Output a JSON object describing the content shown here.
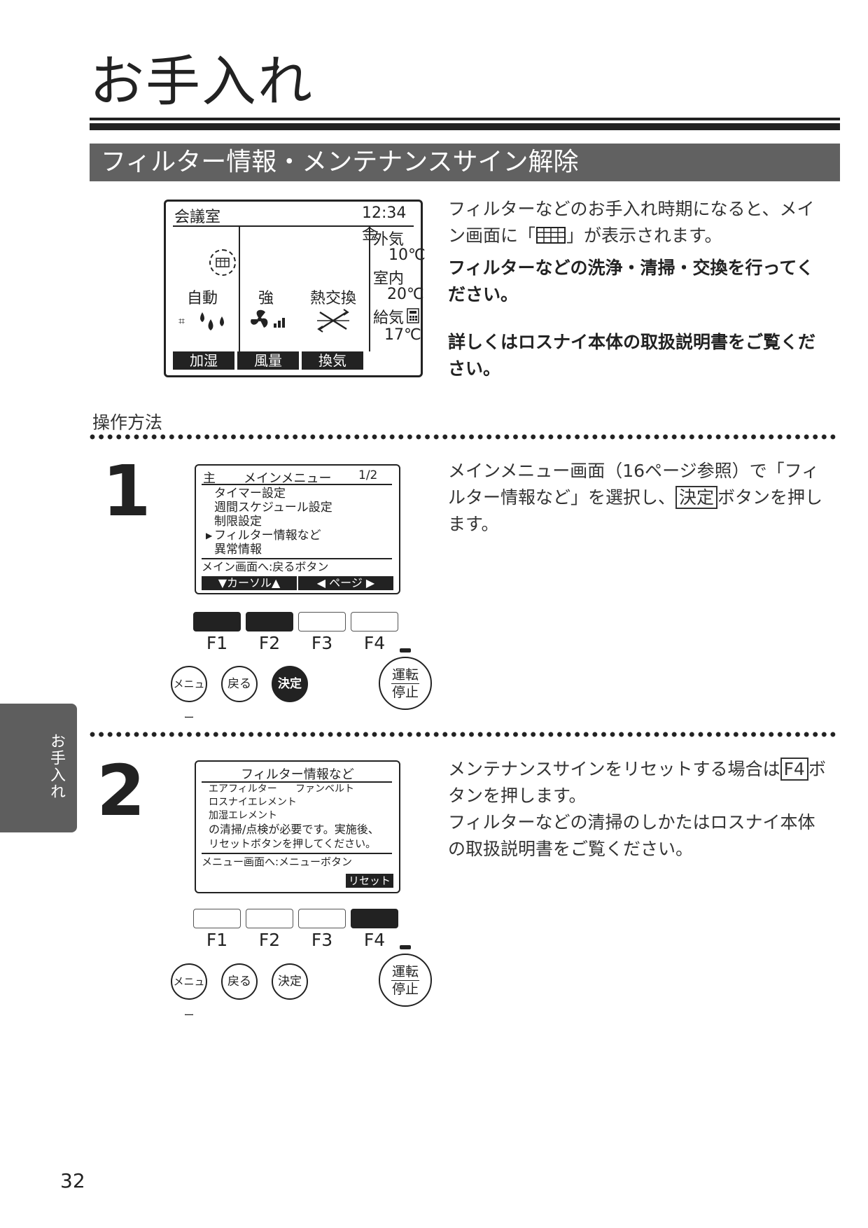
{
  "page_title": "お手入れ",
  "section_title": "フィルター情報・メンテナンスサイン解除",
  "main_screen": {
    "location": "会議室",
    "clock": "12:34",
    "day": "金",
    "mode": "自動",
    "fan": "強",
    "vent": "熱交換",
    "outside_label": "外気",
    "outside_temp": "10℃",
    "indoor_label": "室内",
    "indoor_temp": "20℃",
    "supply_label": "給気",
    "supply_temp": "17℃",
    "soft_keys": [
      "加湿",
      "風量",
      "換気"
    ]
  },
  "intro": {
    "line1a": "フィルターなどのお手入れ時期になると、メイ",
    "line1b_pre": "ン画面に「",
    "line1b_post": "」が表示されます。",
    "bold_a": "フィルターなどの洗浄・清掃・交換を行ってく",
    "bold_b": "ださい。",
    "detail_a": "詳しくはロスナイ本体の取扱説明書をご覧くだ",
    "detail_b": "さい。"
  },
  "operation_label": "操作方法",
  "step1": {
    "number": "1",
    "screen": {
      "corner": "主",
      "title": "メインメニュー",
      "page": "1/2",
      "items": [
        "タイマー設定",
        "週間スケジュール設定",
        "制限設定",
        "フィルター情報など",
        "異常情報"
      ],
      "pointer": "▶",
      "footer": "メイン画面へ:戻るボタン",
      "soft_left": "▼カーソル▲",
      "soft_right": "◀ ページ ▶"
    },
    "text_a": "メインメニュー画面（16ページ参照）で「フィ",
    "text_b_pre": "ルター情報など」を選択し、",
    "text_b_key": "決定",
    "text_b_post": "ボタンを押し",
    "text_c": "ます。"
  },
  "step2": {
    "number": "2",
    "screen": {
      "title": "フィルター情報など",
      "item1": "エアフィルター",
      "item2": "ファンベルト",
      "item3": "ロスナイエレメント",
      "item4": "加湿エレメント",
      "msg1": "の清掃/点検が必要です。実施後、",
      "msg2": "リセットボタンを押してください。",
      "footer": "メニュー画面へ:メニューボタン",
      "soft": "リセット"
    },
    "text_a_pre": "メンテナンスサインをリセットする場合は",
    "text_a_key": "F4",
    "text_a_post": "ボ",
    "text_b": "タンを押します。",
    "text_c": "フィルターなどの清掃のしかたはロスナイ本体",
    "text_d": "の取扱説明書をご覧ください。"
  },
  "controls": {
    "fkeys": [
      "F1",
      "F2",
      "F3",
      "F4"
    ],
    "menu": "メニュー",
    "back": "戻る",
    "enter": "決定",
    "run_top": "運転",
    "run_bottom": "停止"
  },
  "side_tab": "お手入れ",
  "page_number": "32"
}
